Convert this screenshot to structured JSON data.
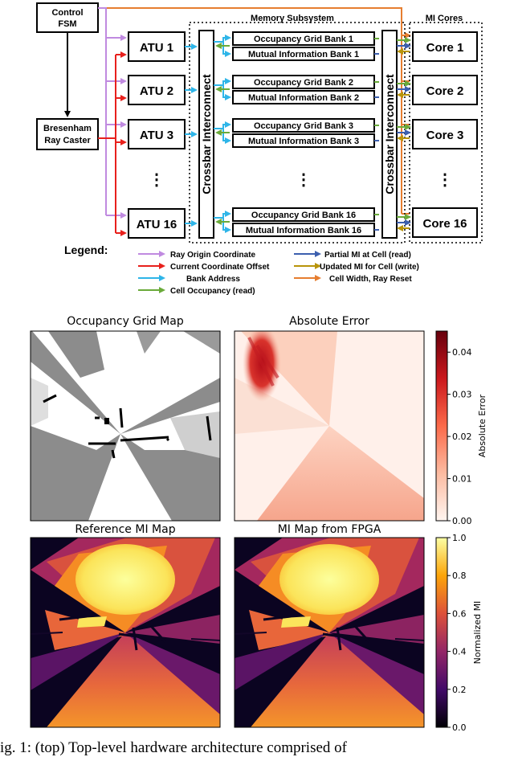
{
  "diagram": {
    "control_fsm": [
      "Control",
      "FSM"
    ],
    "ray_caster": [
      "Bresenham",
      "Ray Caster"
    ],
    "atus": [
      "ATU 1",
      "ATU 2",
      "ATU 3",
      "ATU 16"
    ],
    "ellipsis": "⋮",
    "crossbar": "Crossbar Interconnect",
    "memory_title": "Memory Subsystem",
    "mi_cores_title": "MI Cores",
    "banks": [
      {
        "occ": "Occupancy Grid Bank 1",
        "mi": "Mutual Information Bank 1"
      },
      {
        "occ": "Occupancy Grid Bank 2",
        "mi": "Mutual Information Bank 2"
      },
      {
        "occ": "Occupancy Grid Bank 3",
        "mi": "Mutual Information Bank 3"
      },
      {
        "occ": "Occupancy Grid Bank 16",
        "mi": "Mutual Information Bank 16"
      }
    ],
    "cores": [
      "Core 1",
      "Core 2",
      "Core 3",
      "Core 16"
    ],
    "legend_title": "Legend:",
    "legend": [
      {
        "label": "Ray Origin Coordinate",
        "color": "#c08ae0"
      },
      {
        "label": "Current Coordinate Offset",
        "color": "#e8201c"
      },
      {
        "label": "Bank Address",
        "color": "#2eb5e8"
      },
      {
        "label": "Cell Occupancy (read)",
        "color": "#6aaa3a"
      },
      {
        "label": "Partial MI at Cell (read)",
        "color": "#3c5fae"
      },
      {
        "label": "Updated MI for Cell (write)",
        "color": "#b8940a"
      },
      {
        "label": "Cell Width, Ray Reset",
        "color": "#e67e30"
      }
    ]
  },
  "panels": {
    "occupancy": {
      "title": "Occupancy Grid Map"
    },
    "abs_error": {
      "title": "Absolute Error"
    },
    "ref_mi": {
      "title": "Reference MI Map"
    },
    "fpga_mi": {
      "title": "MI Map from FPGA"
    }
  },
  "chart_data": [
    {
      "type": "heatmap",
      "title": "Absolute Error",
      "colorbar_label": "Absolute Error",
      "colorbar_ticks": [
        "0.00",
        "0.01",
        "0.02",
        "0.03",
        "0.04"
      ],
      "colorbar_range": [
        0,
        0.045
      ],
      "colormap": "Reds"
    },
    {
      "type": "heatmap",
      "title": "MI Map from FPGA",
      "colorbar_label": "Normalized MI",
      "colorbar_ticks": [
        "0.0",
        "0.2",
        "0.4",
        "0.6",
        "0.8",
        "1.0"
      ],
      "colorbar_range": [
        0,
        1
      ],
      "colormap": "inferno"
    }
  ],
  "caption": "ig. 1: (top) Top-level hardware architecture comprised of"
}
